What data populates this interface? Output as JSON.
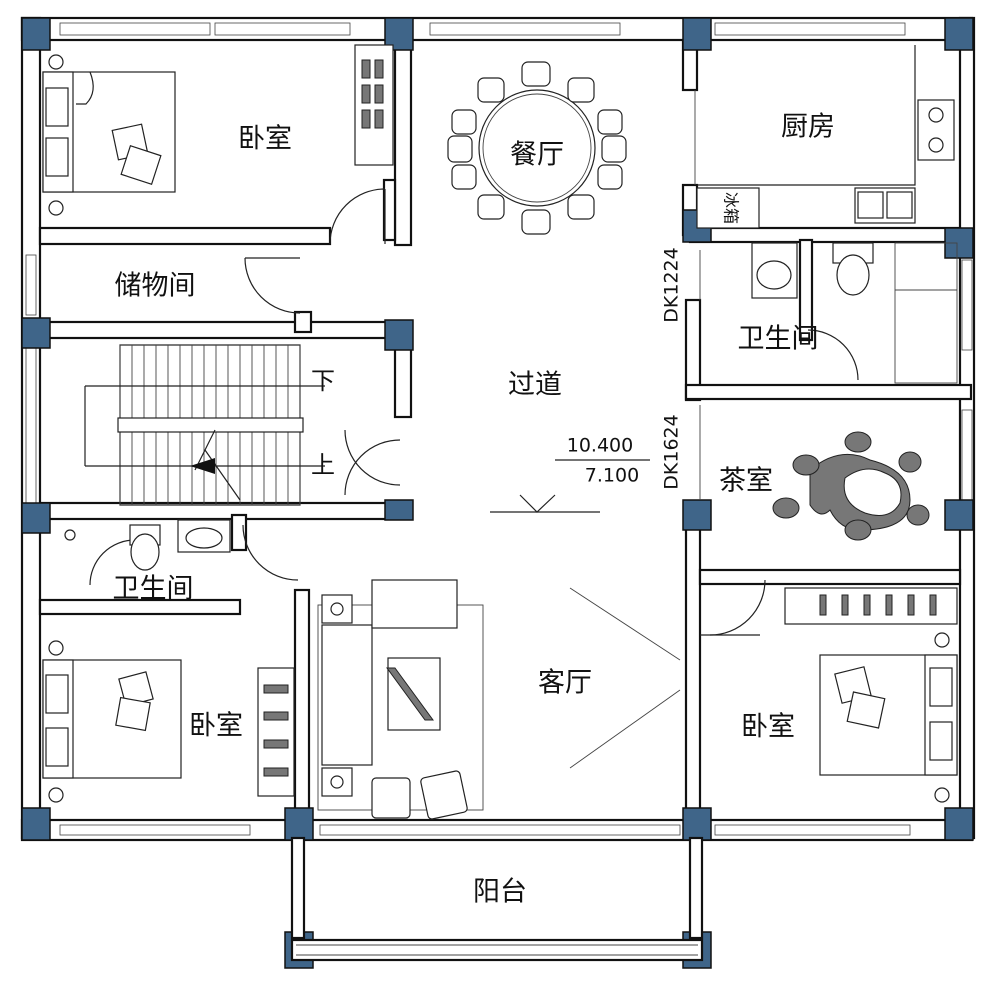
{
  "rooms": {
    "bedroom_nw": "卧室",
    "dining": "餐厅",
    "kitchen": "厨房",
    "storage": "储物间",
    "bath_east": "卫生间",
    "corridor": "过道",
    "tea_room": "茶室",
    "bath_west": "卫生间",
    "bedroom_sw": "卧室",
    "living": "客厅",
    "bedroom_se": "卧室",
    "balcony": "阳台"
  },
  "labels": {
    "fridge": "冰箱",
    "stair_down": "下",
    "stair_up": "上",
    "opening_1": "DK1224",
    "opening_2": "DK1624",
    "level_top": "10.400",
    "level_bottom": "7.100"
  },
  "colors": {
    "column": "#3f6589",
    "wall": "#111111"
  }
}
